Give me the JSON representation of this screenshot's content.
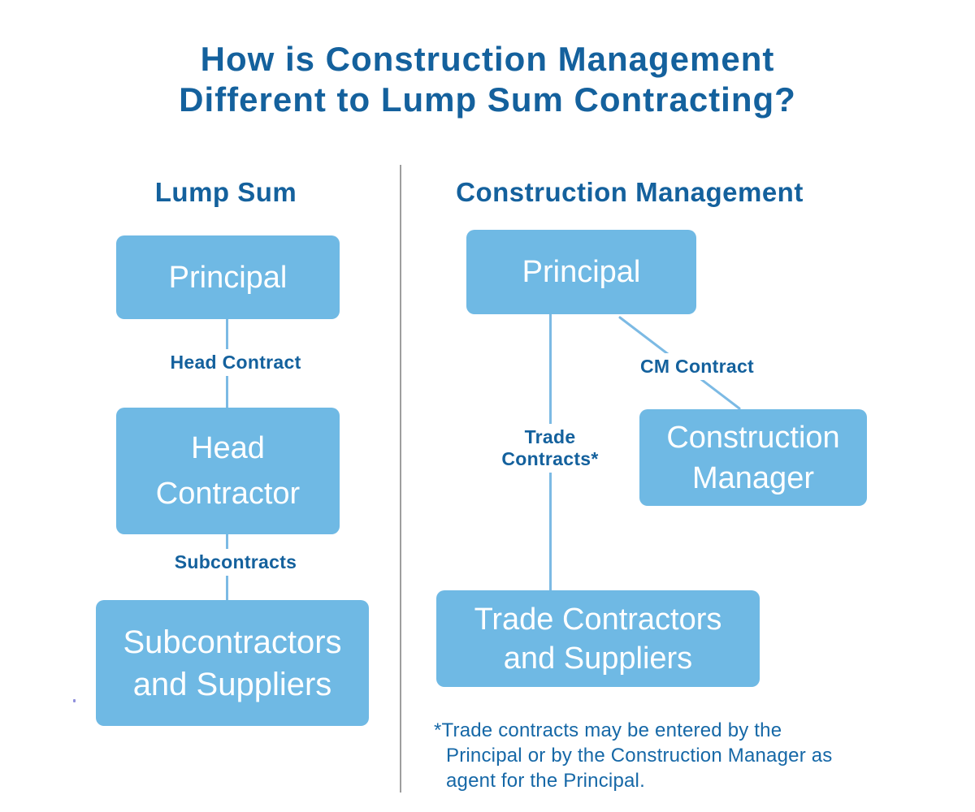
{
  "title": {
    "line1": "How is Construction Management",
    "line2": "Different to Lump Sum Contracting?"
  },
  "columns": {
    "lump_sum": {
      "heading": "Lump Sum",
      "nodes": [
        {
          "label": "Principal"
        },
        {
          "label": "Head Contractor"
        },
        {
          "label": "Subcontractors and Suppliers"
        }
      ],
      "edge_labels": [
        {
          "label": "Head Contract"
        },
        {
          "label": "Subcontracts"
        }
      ]
    },
    "construction_management": {
      "heading": "Construction Management",
      "nodes": [
        {
          "label": "Principal"
        },
        {
          "label": "Construction Manager"
        },
        {
          "label": "Trade Contractors and Suppliers"
        }
      ],
      "edge_labels": [
        {
          "label": "CM Contract"
        },
        {
          "label": "Trade Contracts*"
        }
      ],
      "footnote_lines": [
        "*Trade contracts may be entered by the",
        "Principal or by the Construction Manager as",
        "agent for the Principal."
      ]
    }
  },
  "colors": {
    "title_text": "#14619D",
    "label_text": "#14619D",
    "box_fill": "#6FB9E4",
    "box_text": "#FFFFFF",
    "connector": "#7CBAE4",
    "divider": "#9E9E9E",
    "footnote_text": "#1668A7"
  }
}
